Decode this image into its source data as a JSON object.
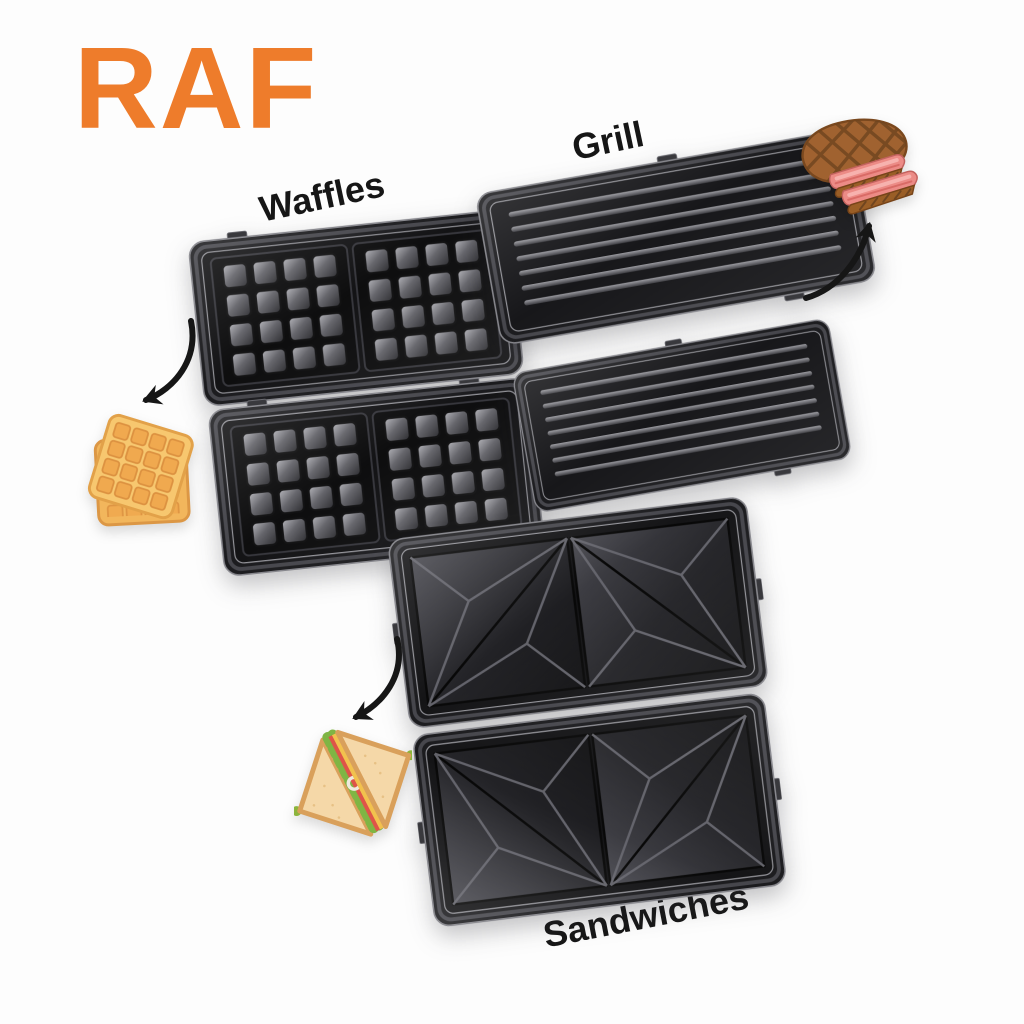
{
  "background_color": "#fdfdfd",
  "brand": {
    "text": "RAF",
    "color": "#EE7C2B"
  },
  "labels": {
    "waffles": "Waffles",
    "grill": "Grill",
    "sandwiches": "Sandwiches"
  },
  "plates": {
    "waffles": {
      "plate_count": 2,
      "pockets_per_plate": 2,
      "pocket_pattern": "4x4 square studs"
    },
    "grill": {
      "plate_count": 2,
      "ridges_per_plate": 7
    },
    "sandwiches": {
      "plate_count": 2,
      "pockets_per_plate": 4,
      "pocket_shape": "triangle"
    }
  },
  "icons": {
    "waffle": "waffle-icon",
    "steak": "grilled-steak-icon",
    "sandwich": "sandwich-icon"
  },
  "colors": {
    "brand_orange": "#EE7C2B",
    "label_text": "#161616",
    "arrow": "#161616",
    "plate_body": "#141417",
    "plate_rim_highlight": "#85858b",
    "waffle_gold": "#F7C76F",
    "waffle_cell": "#F0A94F",
    "steak_brown": "#A06230",
    "steak_pink": "#EC8B86",
    "bread_tan": "#F5D8A8",
    "crust": "#D9A05B",
    "lettuce_green": "#7FB544",
    "tomato_red": "#DE5448",
    "cheese_yellow": "#F2C14E"
  }
}
